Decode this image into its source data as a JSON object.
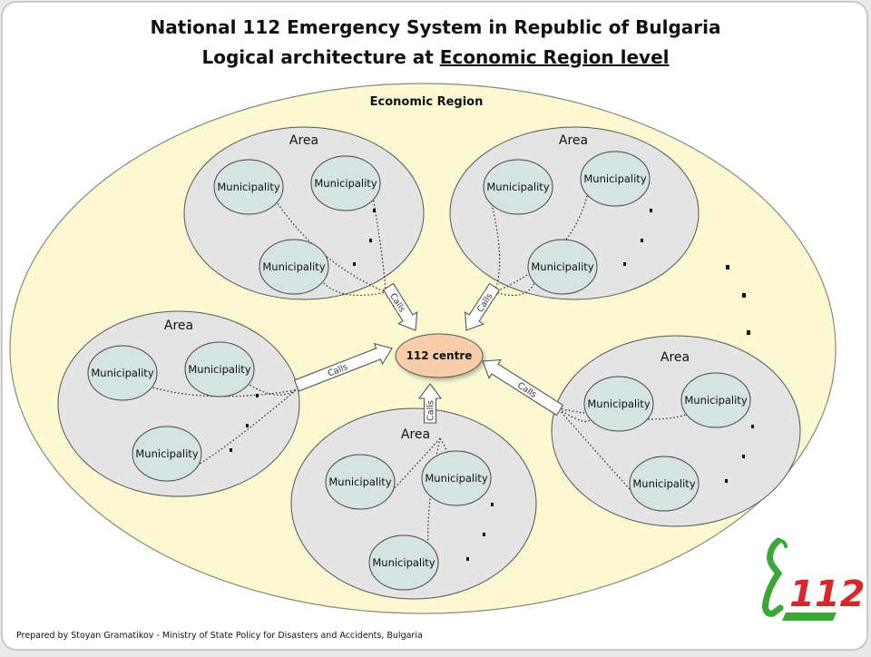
{
  "title": {
    "line1": "National 112 Emergency System  in Republic of Bulgaria",
    "line2_prefix": "Logical architecture at ",
    "line2_underlined": "Economic Region level"
  },
  "region": {
    "label": "Economic Region"
  },
  "centre": {
    "label": "112 centre"
  },
  "area_label": "Area",
  "municipality_label": "Municipality",
  "calls_label": "Calls",
  "logo": {
    "text": "112"
  },
  "footer": "Prepared by Stoyan Gramatikov - Ministry of State Policy for Disasters and Accidents, Bulgaria",
  "colors": {
    "background": "#ffffff",
    "region_fill": "#fbf8d2",
    "area_fill": "#e4e4e4",
    "municipality_fill": "#d5e3e3",
    "centre_fill": "#f8cdaa",
    "logo_green": "#3aa835",
    "logo_red": "#d8262b"
  }
}
